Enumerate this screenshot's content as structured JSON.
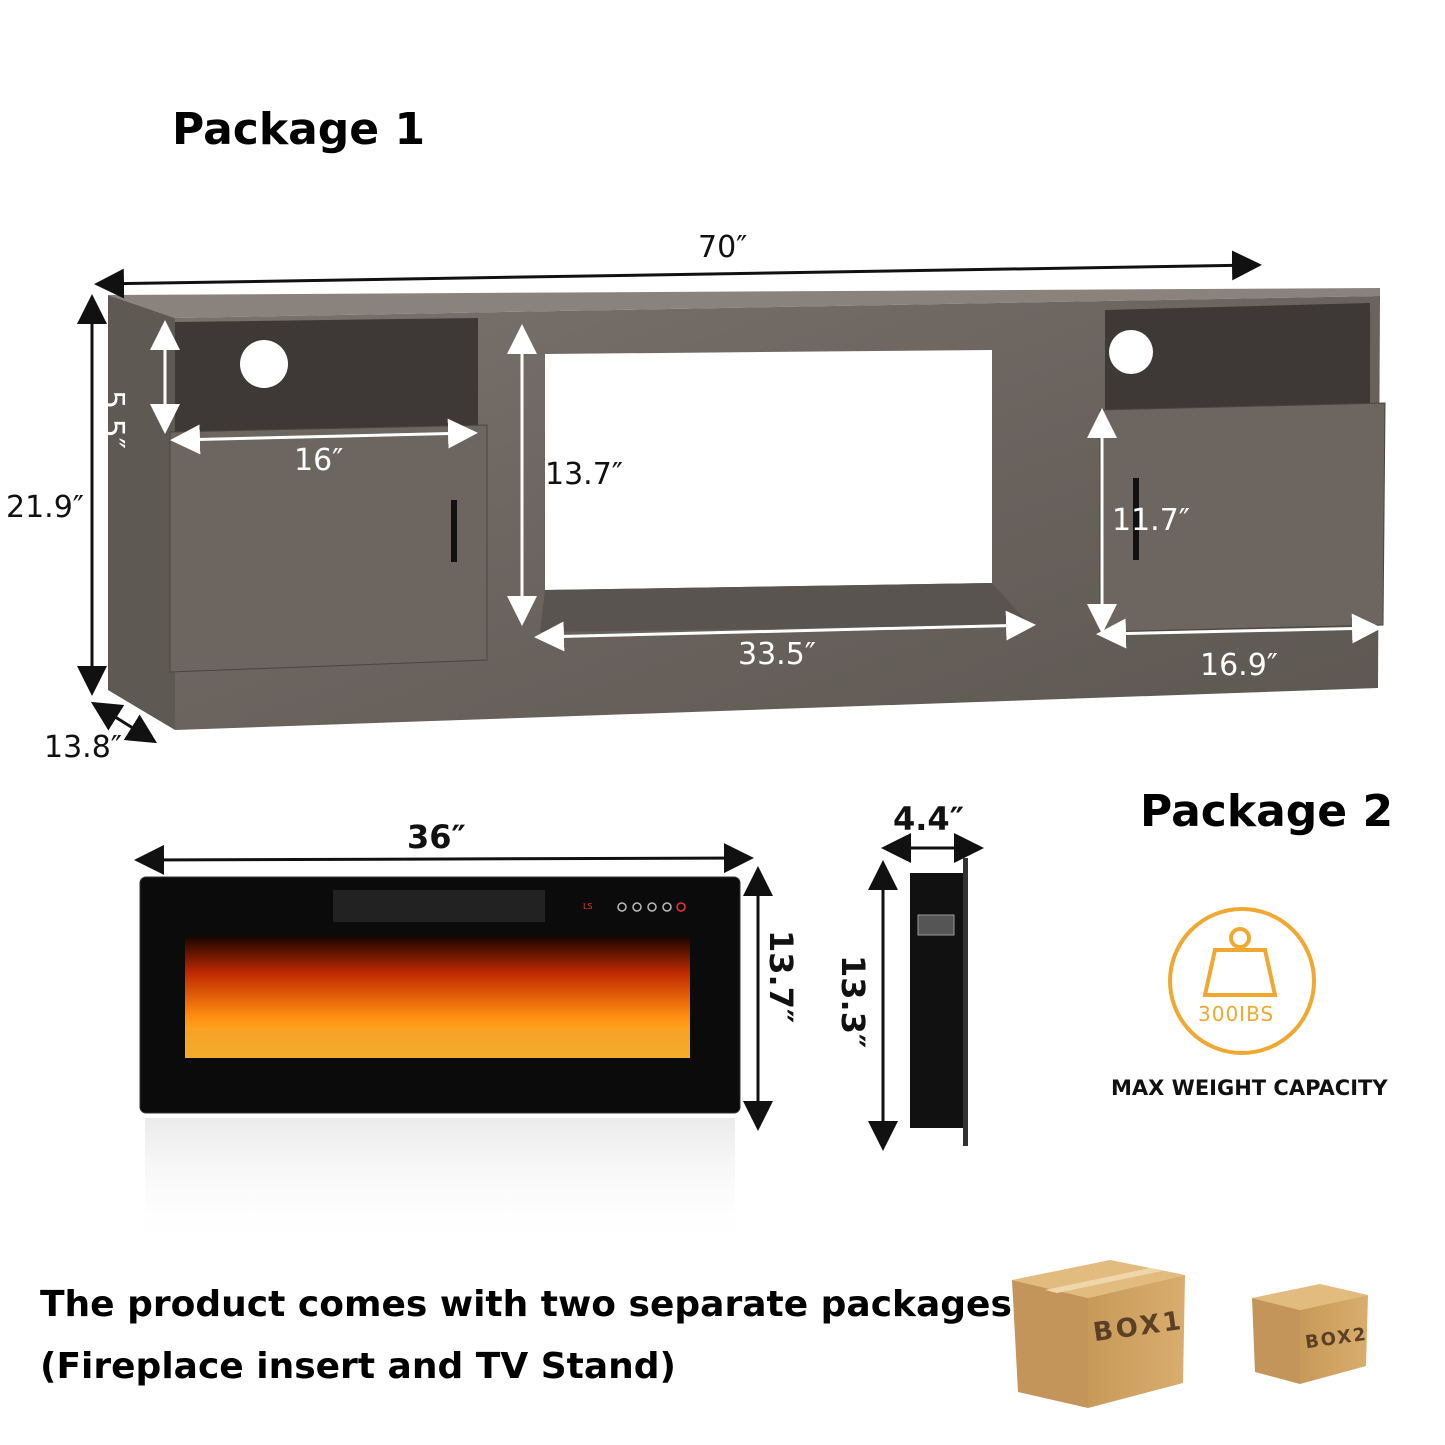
{
  "package1": {
    "title": "Package 1",
    "dimensions": {
      "width": "70″",
      "height": "21.9″",
      "depth": "13.8″",
      "cubby_height": "5.5″",
      "left_door_width": "16″",
      "fireplace_opening_height": "13.7″",
      "fireplace_opening_width": "33.5″",
      "right_door_height": "11.7″",
      "right_door_width": "16.9″"
    }
  },
  "package2": {
    "title": "Package 2",
    "fireplace_dimensions": {
      "width": "36″",
      "height": "13.7″",
      "side_height": "13.3″",
      "depth": "4.4″"
    },
    "control_panel_label": "LS",
    "weight_badge": {
      "value": "300IBS",
      "caption": "MAX WEIGHT CAPACITY",
      "color": "#F0A830"
    }
  },
  "footer": {
    "line1": "The product comes with two separate packages",
    "line2": "(Fireplace insert and TV Stand)"
  },
  "boxes": [
    {
      "label": "BOX1"
    },
    {
      "label": "BOX2"
    }
  ],
  "colors": {
    "wood": "#6f6863",
    "wood_dark": "#4e4844",
    "box": "#d4a867"
  }
}
